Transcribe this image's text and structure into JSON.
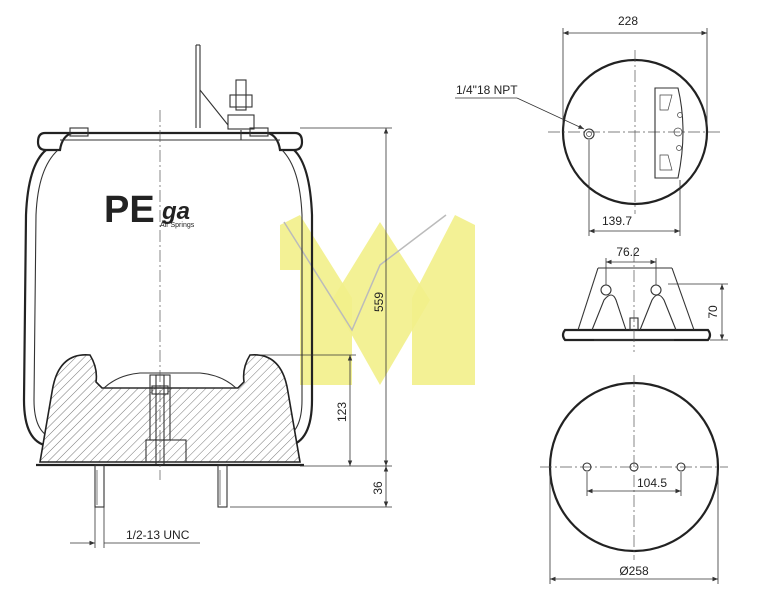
{
  "logo": {
    "letters_primary": "PE",
    "letters_secondary": "ga",
    "tagline": "Air Springs",
    "red": "#d2232a",
    "blue": "#1f4aa8"
  },
  "watermark": {
    "color": "#f2ef8a"
  },
  "side_view": {
    "height_dim": "559",
    "piston_height_dim": "123",
    "stud_length_dim": "36",
    "thread_label": "1/2-13 UNC"
  },
  "top_view": {
    "width_dim": "228",
    "port_label": "1/4\"18 NPT",
    "offset_dim": "139.7"
  },
  "bracket_view": {
    "spacing_dim": "76.2",
    "height_dim": "70"
  },
  "bottom_view": {
    "bolt_spacing_dim": "104.5",
    "diameter_dim": "Ø258"
  }
}
